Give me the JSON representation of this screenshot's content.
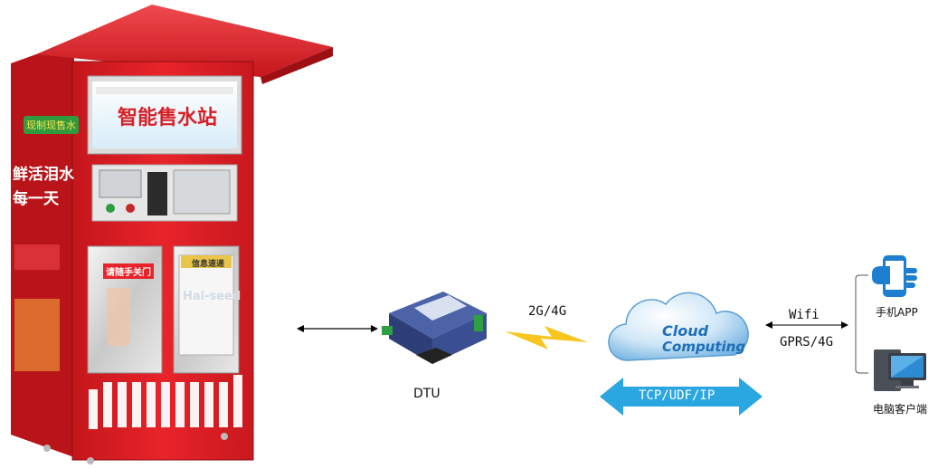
{
  "machine": {
    "screen_title": "智能售水站",
    "brand_slogan": "鲜活泪水",
    "brand_slogan2": "每一天",
    "side_badge": "现制现售水",
    "door_left_label": "请随手关门",
    "door_right_label": "信息速递",
    "door_right_watermark": "Hai-seed"
  },
  "nodes": {
    "dtu_label": "DTU",
    "cloud_label_1": "Cloud",
    "cloud_label_2": "Computing",
    "phone_label": "手机APP",
    "pc_label": "电脑客户端"
  },
  "links": {
    "dtu_cloud_label": "2G/4G",
    "cloud_clients_top": "Wifi",
    "cloud_clients_bottom": "GPRS/4G",
    "protocol_label": "TCP/UDF/IP"
  },
  "colors": {
    "machine_red": "#e8242a",
    "arrow_blue": "#2aa6e0",
    "bolt_yellow": "#f7c51e",
    "cloud_blue": "#3a8fd0"
  }
}
